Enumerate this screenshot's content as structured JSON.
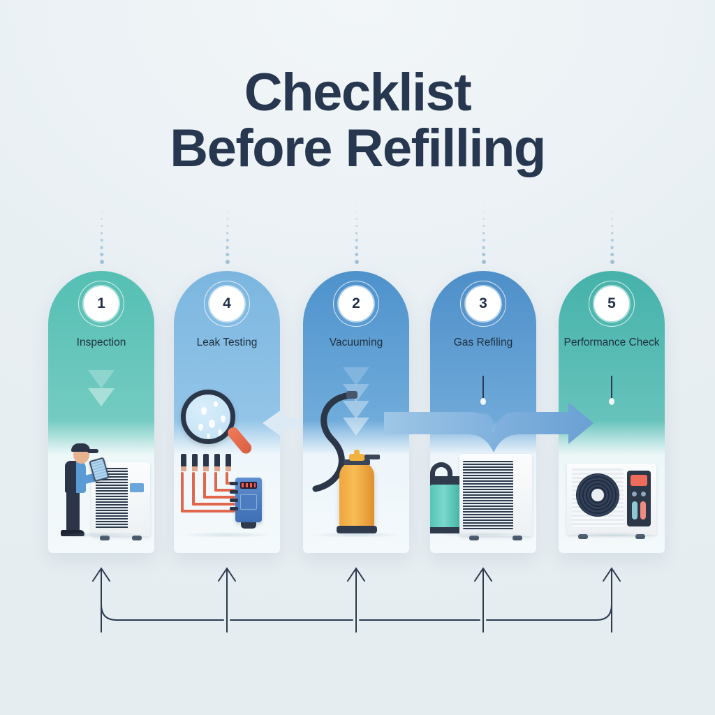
{
  "page": {
    "title_line1": "Checklist",
    "title_line2": "Before Refilling",
    "background_color": "#eaf0f4",
    "title_color": "#27374f"
  },
  "steps": [
    {
      "number": "1",
      "label": "Inspection",
      "color": "#55bfb4",
      "color_end": "#8fd6cd",
      "illustration": "technician-inspecting-ac-unit-with-tablet"
    },
    {
      "number": "4",
      "label": "Leak Testing",
      "color": "#7bb6e0",
      "color_end": "#a9d2ee",
      "illustration": "magnifier-bubbles-manifold-gauges-hoses"
    },
    {
      "number": "2",
      "label": "Vacuuming",
      "color": "#4e92cc",
      "color_end": "#8dc2e8",
      "illustration": "vacuum-hose-and-gas-cylinder"
    },
    {
      "number": "3",
      "label": "Gas Refiling",
      "color": "#4e8fc9",
      "color_end": "#8cc0e7",
      "illustration": "refrigerant-canister-and-condenser-unit"
    },
    {
      "number": "5",
      "label": "Performance Check",
      "color": "#45b2aa",
      "color_end": "#84d2cb",
      "illustration": "condenser-fan-unit-with-control-panel"
    }
  ],
  "decor": {
    "dotted_connectors": 5,
    "bottom_arrows": 5,
    "flow_arrow": "curved-right-arrow",
    "hose_arrow": "left-chevron-arrow",
    "accent_blue": "#6aa6da",
    "rail_color": "#2b3a4f"
  }
}
